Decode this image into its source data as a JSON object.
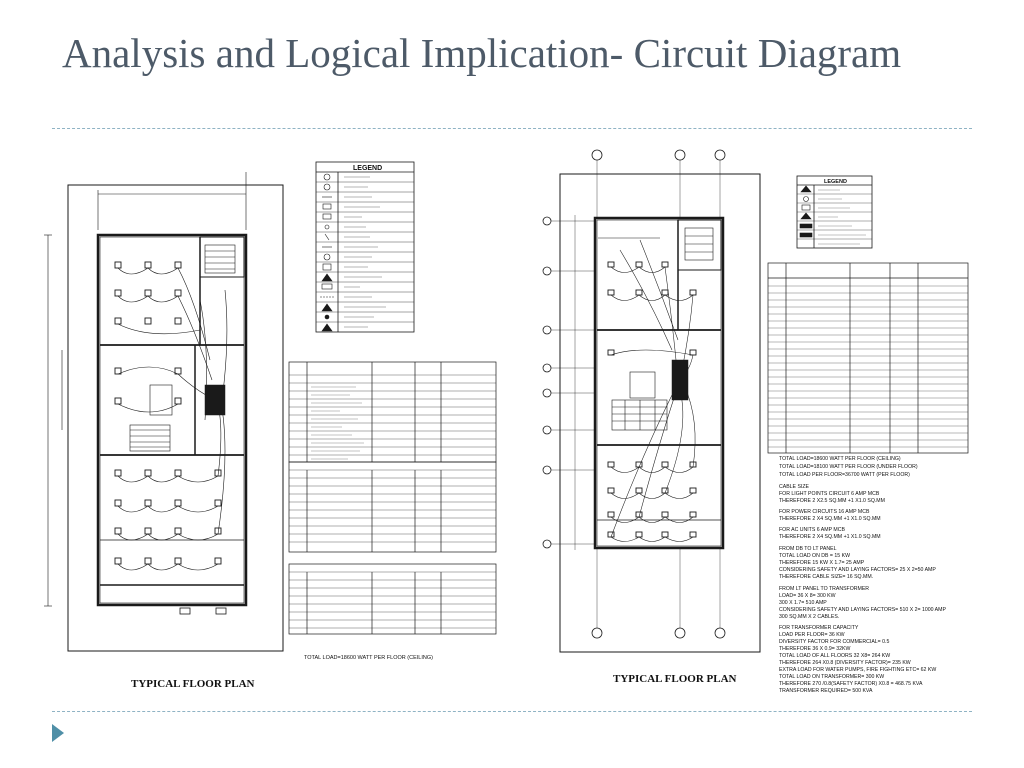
{
  "slide": {
    "title": "Analysis and Logical Implication- Circuit Diagram",
    "bullet_color": "#4f8fa7",
    "title_color": "#4d5a68"
  },
  "left_plan": {
    "caption": "TYPICAL FLOOR PLAN",
    "legend_title": "LEGEND",
    "total_load_note": "TOTAL LOAD=18600 WATT PER FLOOR (CEILING)"
  },
  "right_plan": {
    "caption": "TYPICAL FLOOR PLAN",
    "legend_title": "LEGEND",
    "notes": [
      "TOTAL LOAD=18600 WATT PER FLOOR (CEILING)",
      "TOTAL LOAD=18100 WATT PER FLOOR (UNDER FLOOR)",
      "TOTAL LOAD PER FLOOR=36700 WATT (PER FLOOR)",
      "CABLE SIZE",
      "FOR LIGHT POINTS CIRCUIT 6 AMP MCB",
      "THEREFORE 2 X2.5 SQ.MM +1 X1.0 SQ.MM",
      "FOR POWER CIRCUITS 16 AMP MCB",
      "THEREFORE 2 X4 SQ.MM +1 X1.0 SQ.MM",
      "FOR AC UNITS 6 AMP MCB",
      "THEREFORE 2 X4 SQ.MM +1 X1.0 SQ.MM",
      "FROM DB TO LT PANEL",
      "TOTAL LOAD ON DB = 15 KW",
      "THEREFORE 15 KW X 1.7= 25 AMP",
      "CONSIDERING SAFETY AND LAYING FACTORS= 25 X 2=50 AMP",
      "THEREFORE CABLE SIZE= 16 SQ.MM.",
      "FROM LT PANEL TO TRANSFORMER",
      "LOAD= 36 X 8= 300 KW",
      "300 X 1.7= 510 AMP",
      "CONSIDERING SAFETY AND LAYING FACTORS= 510 X 2= 1000 AMP",
      "300 SQ.MM X 2 CABLES.",
      "FOR TRANSFORMER CAPACITY",
      "LOAD PER FLOOR= 36 KW",
      "DIVERSITY FACTOR FOR COMMERCIAL= 0.5",
      "THEREFORE 36 X 0.9= 32KW",
      "TOTAL LOAD OF ALL FLOORS 32 X8= 264 KW",
      "THEREFORE 264 X0.8 (DIVERSITY FACTOR)= 235 KW",
      "EXTRA LOAD FOR WATER PUMPS, FIRE FIGHTING ETC= 62 KW",
      "TOTAL LOAD ON TRANSFORMER= 300 KW",
      "THEREFORE 270 /0.8(SAFETY FACTOR) X0.8 = 468.75 KVA",
      "TRANSFORMER REQUIRED= 500 KVA"
    ]
  },
  "colors": {
    "ink": "#1a1a1a",
    "rule": "#8fb3c4"
  }
}
